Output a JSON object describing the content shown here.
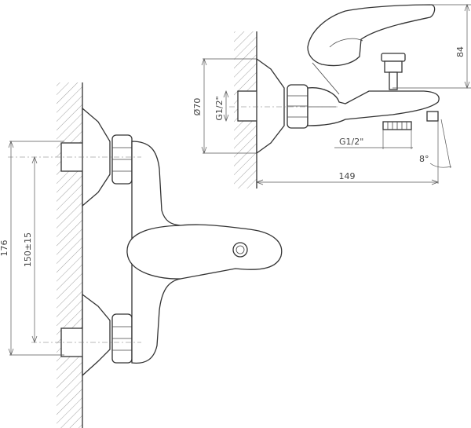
{
  "dimensions": {
    "overall_height": "176",
    "inlet_spacing": "150±15",
    "rosette_diameter": "Ø70",
    "top_thread": "G1/2\"",
    "bottom_thread": "G1/2\"",
    "handle_height": "84",
    "projection": "149",
    "spout_angle": "8°"
  },
  "colors": {
    "line": "#333333",
    "hatch": "#777777",
    "background": "#ffffff"
  }
}
